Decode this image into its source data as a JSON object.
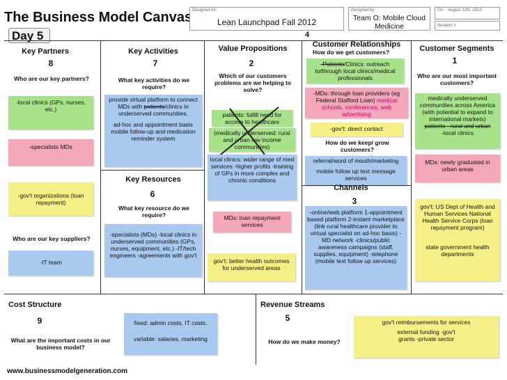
{
  "title": "The Business Model Canvas",
  "day": "Day 5",
  "header": {
    "designed_for_label": "Designed for:",
    "designed_for": "Lean Launchpad Fall 2012",
    "designed_by_label": "Designed by:",
    "designed_by": "Team O: Mobile Cloud Medicine",
    "on_label": "On:",
    "date": "August 12th, 2012",
    "iteration": "Iteration #",
    "iteration_number": "4"
  },
  "key_partners": {
    "title": "Key Partners",
    "number": "8",
    "question": "Who are our key partners?",
    "question2": "Who are our key suppliers?",
    "notes": [
      "-local clinics (GPs, nurses, etc.)",
      "-specialists MDs",
      "-gov't organizations (loan repayment)",
      "-IT team"
    ]
  },
  "key_activities": {
    "title": "Key Activities",
    "number": "7",
    "question": "What key activities do we require?",
    "note1_line1": "provide virtual platform to connect MDs with",
    "note1_strike": "patients",
    "note1_line2": "/clinics  in underserved communities.",
    "note2": "ad-hoc and appointment basis mobile follow-up and medication reminder system"
  },
  "key_resources": {
    "title": "Key Resources",
    "number": "6",
    "question": "What key resource do we require?",
    "note": "-specialists (MDs) -local clinics in underserved communities (GPs, nurses, equipment, etc.) -IT/tech engineers -agreements with gov't"
  },
  "value_propositions": {
    "title": "Value Propositions",
    "number": "2",
    "question": "Which of our customers problems are we helping to solve?",
    "notes": [
      "patients: fulfill need for access to healthcare",
      "(medically underserved: rural and urban low income communities)",
      "local clinics: wider range of med services -higher profits -training of GPs in more complex and chronic conditions",
      "MDs: loan repayment services",
      "gov't: better health outcomes for underserved areas"
    ]
  },
  "customer_relationships": {
    "title": "Customer Relationships",
    "number": "4",
    "question": "How do we get customers?",
    "question2": "How do we keep/ grow customers?",
    "note1_strike": "-Patients",
    "note1_rest": "/Clinics: outreach to/through local clinics/medical professionals",
    "note2": "-MDs: through loan providers (eg Federal Stafford Loan)",
    "note2_magenta": "medical schools, conferences, web advertising",
    "note3": "-gov't: direct contact",
    "note4": "referral/word of mouth/marketing",
    "note5": "mobile follow up text message services"
  },
  "channels": {
    "title": "Channels",
    "number": "3",
    "note": "-online/web platform 1-appointment based platform 2-instant marketplace (link rural healthcare provider to virtual specialist on ad-hoc basis) -MD network -clinics/public awareness campaigns (staff, supplies, equipment) -telephone (mobile text follow up services)"
  },
  "customer_segments": {
    "title": "Customer Segments",
    "number": "1",
    "question": "Who are our most important customers?",
    "note1": "medically underserved communities across America (with potential to expand to international markets)",
    "note1_strike": "patients - rural and urban",
    "note1_tail": "-local clinics",
    "note2": "MDs: newly graduated in urban areas",
    "note3": "gov't: US Dept of Health and Human Services National Health Service Corps (loan repayment program)",
    "note4": "state government health departments"
  },
  "cost_structure": {
    "title": "Cost Structure",
    "number": "9",
    "question": "What are the important costs in our business model?",
    "note1": "fixed: admin costs, IT costs.",
    "note2": "variable: salaries, marketing"
  },
  "revenue_streams": {
    "title": "Revenue Streams",
    "number": "5",
    "question": "How do we make money?",
    "note1": "gov't reimbursements for services",
    "note2": "external funding -gov't grants -private sector"
  },
  "footer": "www.businessmodelgeneration.com",
  "colors": {
    "green": "#a8e28a",
    "blue": "#a9c9ef",
    "pink": "#f3a7b9",
    "yellow": "#f6f089",
    "magenta": "#d0006f"
  }
}
